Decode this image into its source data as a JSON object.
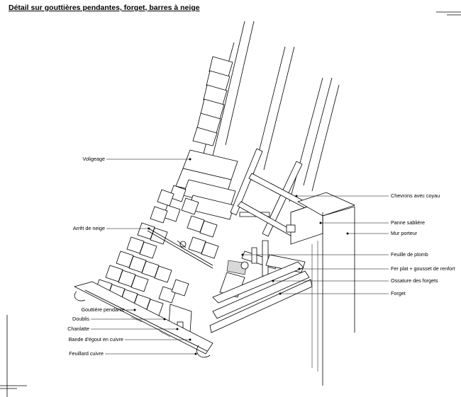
{
  "title": "Détail sur gouttières pendantes, forget, barres à neige",
  "labels_left": [
    {
      "id": "voligeage",
      "text": "Voligeage"
    },
    {
      "id": "arret-neige",
      "text": "Arrêt de neige"
    },
    {
      "id": "gouttiere",
      "text": "Gouttière pendante"
    },
    {
      "id": "doublis",
      "text": "Doublis"
    },
    {
      "id": "chanlatte",
      "text": "Chanlatte"
    },
    {
      "id": "bande-egout",
      "text": "Bande d'égout en cuivre"
    },
    {
      "id": "feuillard",
      "text": "Feuillard cuivre"
    }
  ],
  "labels_right": [
    {
      "id": "chevrons",
      "text": "Chevrons avec coyau"
    },
    {
      "id": "panne",
      "text": "Panne sablière"
    },
    {
      "id": "mur",
      "text": "Mur porteur"
    },
    {
      "id": "plomb",
      "text": "Feuille de plomb"
    },
    {
      "id": "fer-plat",
      "text": "Fer plat + gousset de renfort"
    },
    {
      "id": "ossature",
      "text": "Ossature des forgets"
    },
    {
      "id": "forget",
      "text": "Forget"
    }
  ]
}
